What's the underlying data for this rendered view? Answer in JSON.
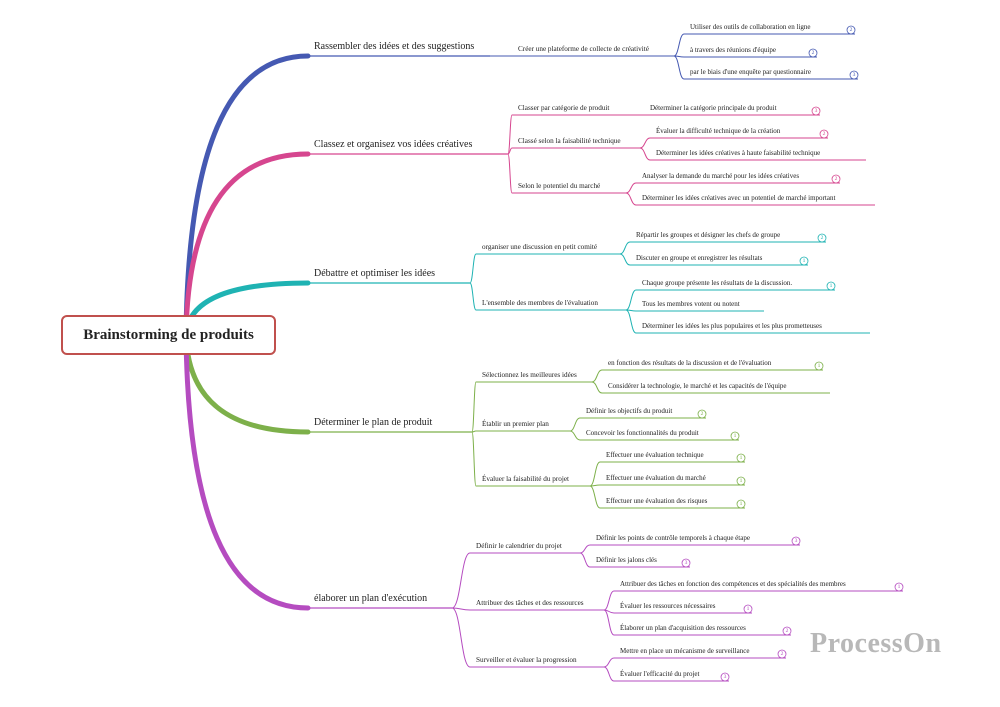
{
  "root": "Brainstorming de produits",
  "watermark": "ProcessOn",
  "branches": [
    {
      "label": "Rassembler des idées et des suggestions",
      "color": "#4559b2",
      "children": [
        {
          "label": "Créer une plateforme de collecte de créativité",
          "children": [
            {
              "label": "Utiliser des outils de collaboration en ligne",
              "badge": "2"
            },
            {
              "label": "à travers des réunions d'équipe",
              "badge": "2"
            },
            {
              "label": "par le biais d'une enquête par questionnaire",
              "badge": "3"
            }
          ]
        }
      ]
    },
    {
      "label": "Classez et organisez vos idées créatives",
      "color": "#d6468f",
      "children": [
        {
          "label": "Classer par catégorie de produit",
          "children": [
            {
              "label": "Déterminer la catégorie principale du produit",
              "badge": "3"
            }
          ]
        },
        {
          "label": "Classé selon la faisabilité technique",
          "children": [
            {
              "label": "Évaluer la difficulté technique de la création",
              "badge": "2"
            },
            {
              "label": "Déterminer les idées créatives à haute faisabilité technique",
              "badge": ""
            }
          ]
        },
        {
          "label": "Selon le potentiel du marché",
          "children": [
            {
              "label": "Analyser la demande du marché pour les idées créatives",
              "badge": "2"
            },
            {
              "label": "Déterminer les idées créatives avec un potentiel de marché important",
              "badge": ""
            }
          ]
        }
      ]
    },
    {
      "label": "Débattre et optimiser les idées",
      "color": "#1fb3b3",
      "children": [
        {
          "label": "organiser une discussion en petit comité",
          "children": [
            {
              "label": "Répartir les groupes et désigner les chefs de groupe",
              "badge": "2"
            },
            {
              "label": "Discuter en groupe et enregistrer les résultats",
              "badge": "1"
            }
          ]
        },
        {
          "label": "L'ensemble des membres de l'évaluation",
          "children": [
            {
              "label": "Chaque groupe présente les résultats de la discussion.",
              "badge": "1"
            },
            {
              "label": "Tous les membres votent ou notent",
              "badge": ""
            },
            {
              "label": "Déterminer les idées les plus populaires et les plus prometteuses",
              "badge": ""
            }
          ]
        }
      ]
    },
    {
      "label": "Déterminer le plan de produit",
      "color": "#7db04a",
      "children": [
        {
          "label": "Sélectionnez les meilleures idées",
          "children": [
            {
              "label": "en fonction des résultats de la discussion et de l'évaluation",
              "badge": "1"
            },
            {
              "label": "Considérer la technologie, le marché et les capacités de l'équipe",
              "badge": ""
            }
          ]
        },
        {
          "label": "Établir un premier plan",
          "children": [
            {
              "label": "Définir les objectifs du produit",
              "badge": "2"
            },
            {
              "label": "Concevoir les fonctionnalités du produit",
              "badge": "1"
            }
          ]
        },
        {
          "label": "Évaluer la faisabilité du projet",
          "children": [
            {
              "label": "Effectuer une évaluation technique",
              "badge": "1"
            },
            {
              "label": "Effectuer une évaluation du marché",
              "badge": "1"
            },
            {
              "label": "Effectuer une évaluation des risques",
              "badge": "1"
            }
          ]
        }
      ]
    },
    {
      "label": "élaborer un plan d'exécution",
      "color": "#b54cc0",
      "children": [
        {
          "label": "Définir le calendrier du projet",
          "children": [
            {
              "label": "Définir les points de contrôle temporels à chaque étape",
              "badge": "3"
            },
            {
              "label": "Définir les jalons clés",
              "badge": "3"
            }
          ]
        },
        {
          "label": "Attribuer des tâches et des ressources",
          "children": [
            {
              "label": "Attribuer des tâches en fonction des compétences et des spécialités des membres",
              "badge": "1"
            },
            {
              "label": "Évaluer les ressources nécessaires",
              "badge": "1"
            },
            {
              "label": "Élaborer un plan d'acquisition des ressources",
              "badge": "2"
            }
          ]
        },
        {
          "label": "Surveiller et évaluer la progression",
          "children": [
            {
              "label": "Mettre en place un mécanisme de surveillance",
              "badge": "2"
            },
            {
              "label": "Évaluer l'efficacité du projet",
              "badge": "3"
            }
          ]
        }
      ]
    }
  ]
}
